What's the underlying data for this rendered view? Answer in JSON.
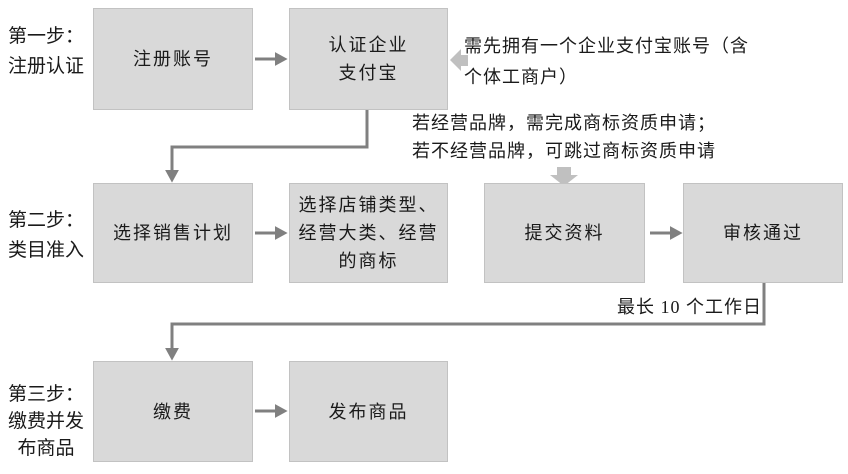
{
  "colors": {
    "background": "#ffffff",
    "box_fill": "#d9d9d9",
    "box_border": "#c2c2c2",
    "connector": "#808080",
    "callout_arrow": "#c0c0c0",
    "text": "#1a1a1a"
  },
  "steps": [
    {
      "label": "第一步：\n注册认证"
    },
    {
      "label": "第二步：\n类目准入"
    },
    {
      "label": "第三步：\n缴费并发\n布商品"
    }
  ],
  "boxes": {
    "register_account": "注册账号",
    "certify_alipay": "认证企业\n支付宝",
    "choose_sales_plan": "选择销售计划",
    "choose_shop_type": "选择店铺类型、\n经营大类、经营\n的商标",
    "submit_materials": "提交资料",
    "review_pass": "审核通过",
    "pay_fee": "缴费",
    "publish_products": "发布商品"
  },
  "annotations": {
    "alipay_note": "需先拥有一个企业支付宝账号（含\n个体工商户）",
    "trademark_note": "若经营品牌，需完成商标资质申请；\n若不经营品牌，可跳过商标资质申请",
    "review_duration": "最长 10 个工作日"
  },
  "icons": {
    "callout_arrow_left": "left-block-arrow",
    "callout_arrow_down": "down-block-arrow"
  }
}
